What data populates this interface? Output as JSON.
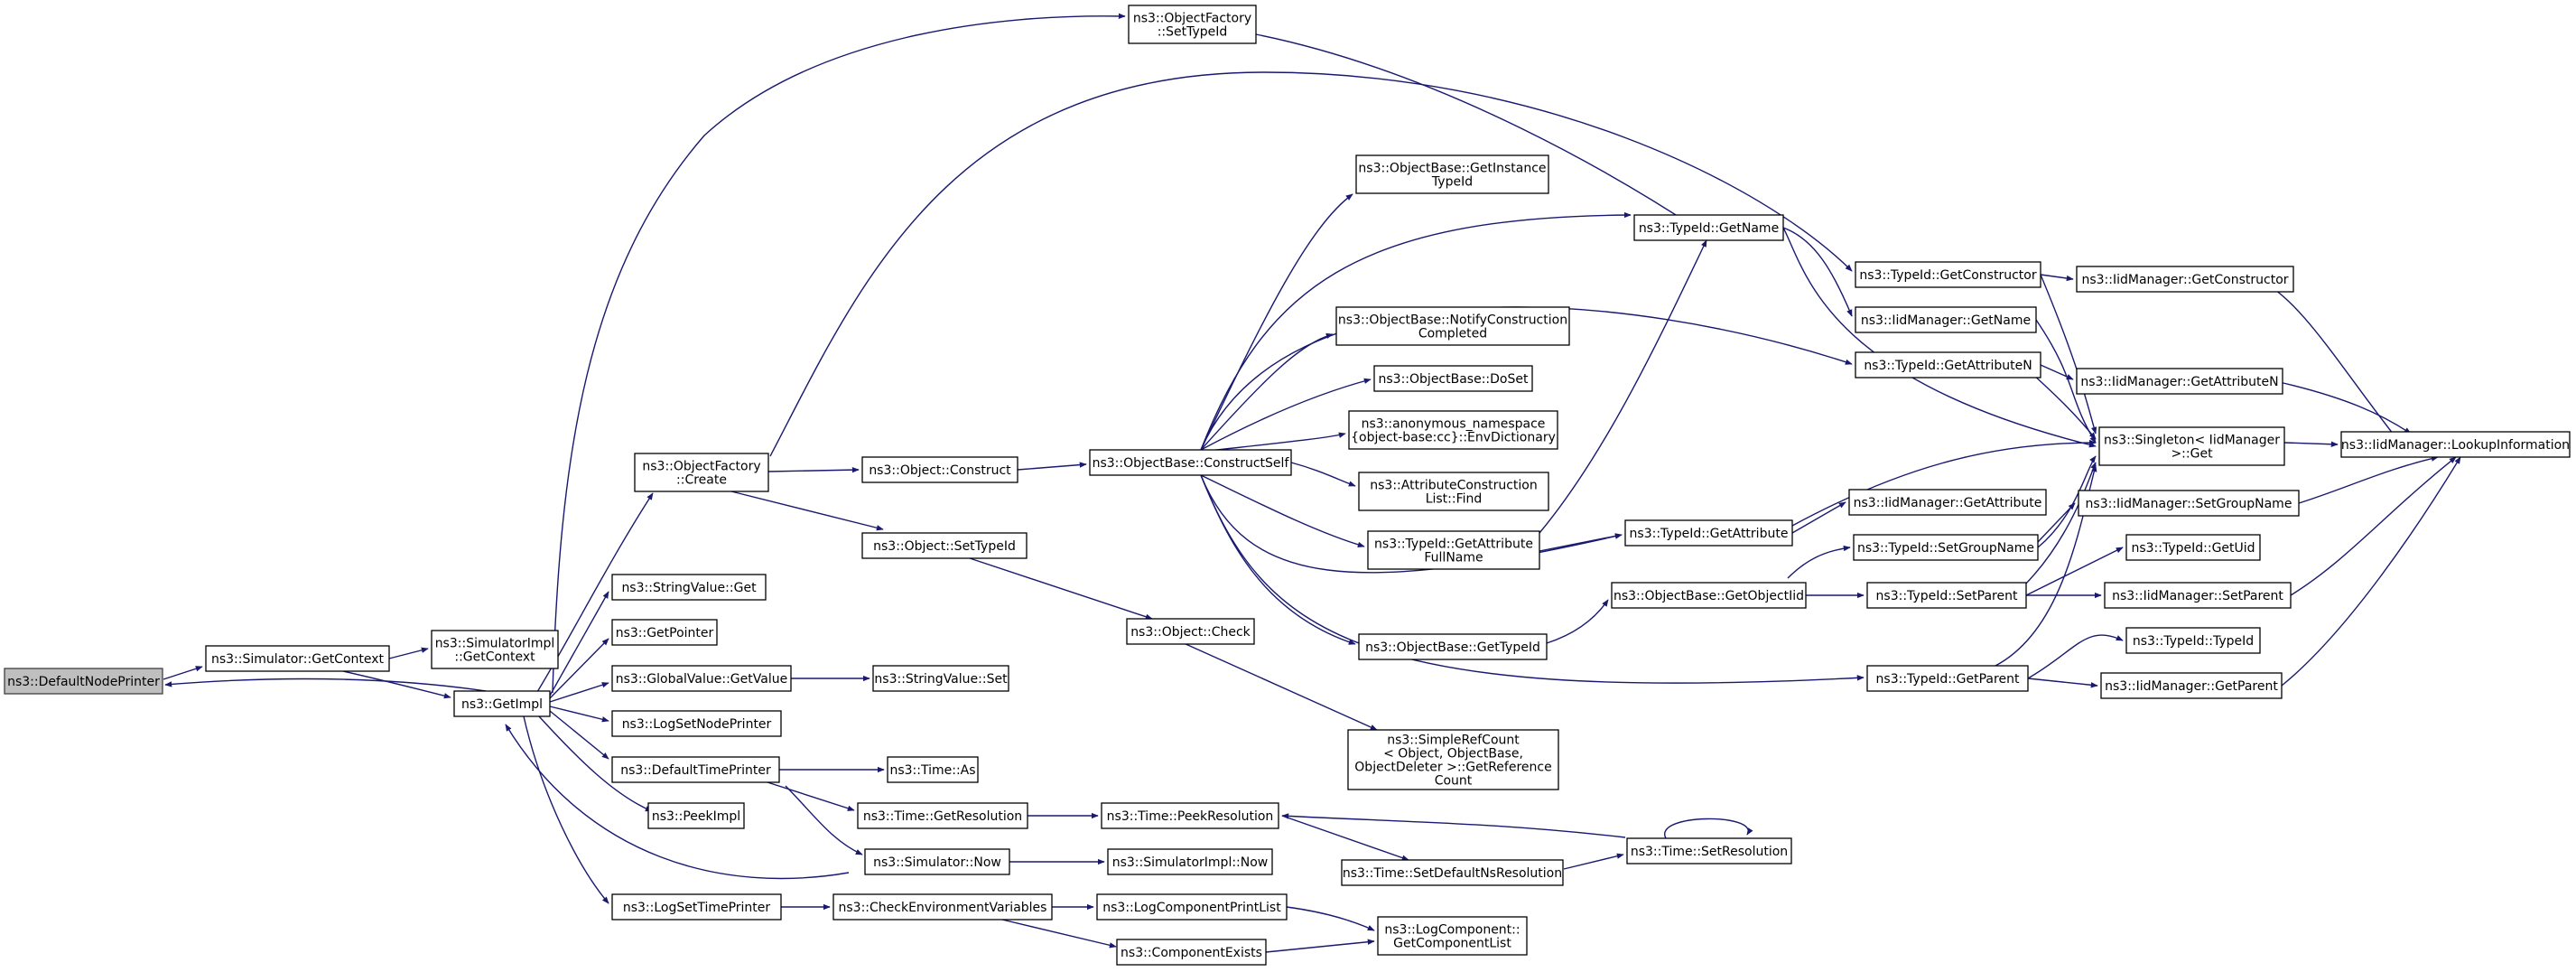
{
  "colors": {
    "edge": "#191970",
    "node_border": "#000000",
    "root_fill": "#bfbfbf",
    "background": "#ffffff"
  },
  "nodes": {
    "n0": {
      "lines": [
        "ns3::DefaultNodePrinter"
      ]
    },
    "n1": {
      "lines": [
        "ns3::Simulator::GetContext"
      ]
    },
    "n2": {
      "lines": [
        "ns3::GetImpl"
      ]
    },
    "n3": {
      "lines": [
        "ns3::SimulatorImpl",
        "::GetContext"
      ]
    },
    "n4": {
      "lines": [
        "ns3::ObjectFactory",
        "::Create"
      ]
    },
    "n5": {
      "lines": [
        "ns3::StringValue::Get"
      ]
    },
    "n6": {
      "lines": [
        "ns3::GetPointer"
      ]
    },
    "n7": {
      "lines": [
        "ns3::GlobalValue::GetValue"
      ]
    },
    "n8": {
      "lines": [
        "ns3::LogSetNodePrinter"
      ]
    },
    "n9": {
      "lines": [
        "ns3::DefaultTimePrinter"
      ]
    },
    "n10": {
      "lines": [
        "ns3::PeekImpl"
      ]
    },
    "n11": {
      "lines": [
        "ns3::LogSetTimePrinter"
      ]
    },
    "n12": {
      "lines": [
        "ns3::ObjectFactory",
        "::SetTypeId"
      ]
    },
    "n13": {
      "lines": [
        "ns3::Object::Construct"
      ]
    },
    "n14": {
      "lines": [
        "ns3::Object::SetTypeId"
      ]
    },
    "n15": {
      "lines": [
        "ns3::StringValue::Set"
      ]
    },
    "n16": {
      "lines": [
        "ns3::Time::As"
      ]
    },
    "n17": {
      "lines": [
        "ns3::Time::GetResolution"
      ]
    },
    "n18": {
      "lines": [
        "ns3::Simulator::Now"
      ]
    },
    "n19": {
      "lines": [
        "ns3::CheckEnvironmentVariables"
      ]
    },
    "n20": {
      "lines": [
        "ns3::ObjectBase::ConstructSelf"
      ]
    },
    "n21": {
      "lines": [
        "ns3::Object::Check"
      ]
    },
    "n22": {
      "lines": [
        "ns3::Time::PeekResolution"
      ]
    },
    "n23": {
      "lines": [
        "ns3::SimulatorImpl::Now"
      ]
    },
    "n24": {
      "lines": [
        "ns3::LogComponentPrintList"
      ]
    },
    "n25": {
      "lines": [
        "ns3::ComponentExists"
      ]
    },
    "n26": {
      "lines": [
        "ns3::ObjectBase::GetInstance",
        "TypeId"
      ]
    },
    "n27": {
      "lines": [
        "ns3::ObjectBase::NotifyConstruction",
        "Completed"
      ]
    },
    "n28": {
      "lines": [
        "ns3::ObjectBase::DoSet"
      ]
    },
    "n29": {
      "lines": [
        "ns3::anonymous_namespace",
        "{object-base:cc}::EnvDictionary"
      ]
    },
    "n30": {
      "lines": [
        "ns3::AttributeConstruction",
        "List::Find"
      ]
    },
    "n31": {
      "lines": [
        "ns3::TypeId::GetAttribute",
        "FullName"
      ]
    },
    "n32": {
      "lines": [
        "ns3::ObjectBase::GetTypeId"
      ]
    },
    "n33": {
      "lines": [
        "ns3::SimpleRefCount",
        "< Object, ObjectBase,",
        " ObjectDeleter >::GetReference",
        "Count"
      ]
    },
    "n34": {
      "lines": [
        "ns3::Time::SetDefaultNsResolution"
      ]
    },
    "n35": {
      "lines": [
        "ns3::LogComponent::",
        "GetComponentList"
      ]
    },
    "n36": {
      "lines": [
        "ns3::TypeId::GetName"
      ]
    },
    "n37": {
      "lines": [
        "ns3::TypeId::GetAttribute"
      ]
    },
    "n38": {
      "lines": [
        "ns3::ObjectBase::GetObjectIid"
      ]
    },
    "n39": {
      "lines": [
        "ns3::Time::SetResolution"
      ]
    },
    "n40": {
      "lines": [
        "ns3::TypeId::GetConstructor"
      ]
    },
    "n41": {
      "lines": [
        "ns3::IidManager::GetName"
      ]
    },
    "n42": {
      "lines": [
        "ns3::TypeId::GetAttributeN"
      ]
    },
    "n43": {
      "lines": [
        "ns3::IidManager::GetAttribute"
      ]
    },
    "n44": {
      "lines": [
        "ns3::TypeId::SetGroupName"
      ]
    },
    "n45": {
      "lines": [
        "ns3::TypeId::SetParent"
      ]
    },
    "n46": {
      "lines": [
        "ns3::TypeId::GetParent"
      ]
    },
    "n47": {
      "lines": [
        "ns3::IidManager::GetConstructor"
      ]
    },
    "n48": {
      "lines": [
        "ns3::IidManager::GetAttributeN"
      ]
    },
    "n49": {
      "lines": [
        "ns3::Singleton< IidManager",
        " >::Get"
      ]
    },
    "n50": {
      "lines": [
        "ns3::IidManager::SetGroupName"
      ]
    },
    "n51": {
      "lines": [
        "ns3::TypeId::GetUid"
      ]
    },
    "n52": {
      "lines": [
        "ns3::IidManager::SetParent"
      ]
    },
    "n53": {
      "lines": [
        "ns3::TypeId::TypeId"
      ]
    },
    "n54": {
      "lines": [
        "ns3::IidManager::GetParent"
      ]
    },
    "n55": {
      "lines": [
        "ns3::IidManager::LookupInformation"
      ]
    }
  }
}
